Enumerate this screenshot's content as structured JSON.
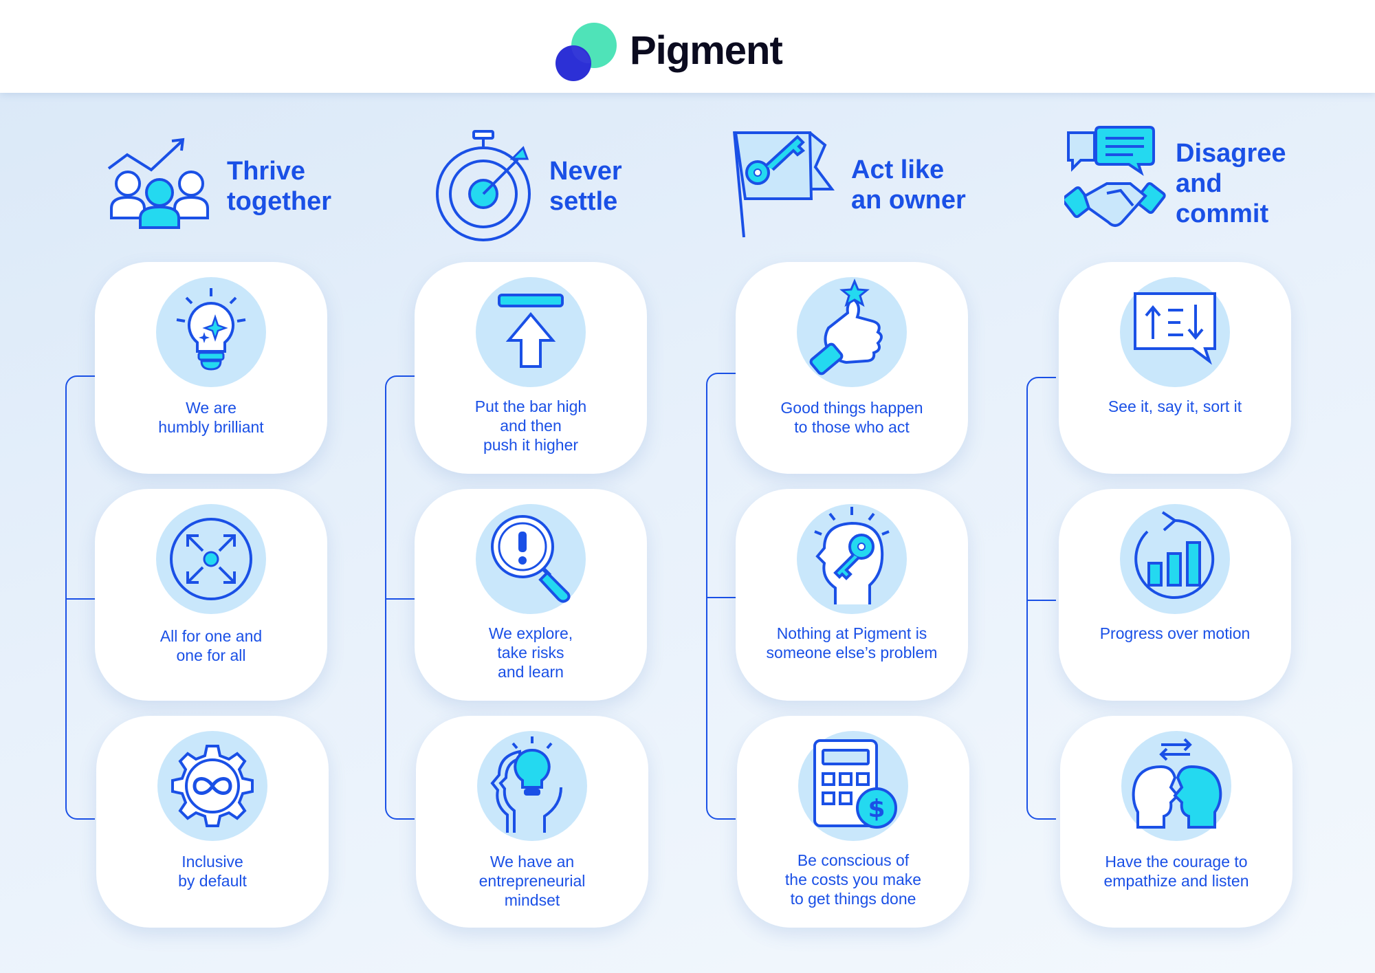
{
  "brand": {
    "name": "Pigment",
    "colors": {
      "primary": "#1a50e6",
      "accent": "#24d9f0",
      "mint": "#4fe3b8",
      "disc": "#c9e7fb"
    }
  },
  "columns": [
    {
      "title": "Thrive\ntogether",
      "icon": "team-growth-icon",
      "cards": [
        {
          "label": "We are\nhumbly brilliant",
          "icon": "lightbulb-sparkle-icon"
        },
        {
          "label": "All for one and\none for all",
          "icon": "expand-arrows-icon"
        },
        {
          "label": "Inclusive\nby default",
          "icon": "gear-infinity-icon"
        }
      ]
    },
    {
      "title": "Never\nsettle",
      "icon": "target-stopwatch-icon",
      "cards": [
        {
          "label": "Put the bar high\nand then\npush it higher",
          "icon": "arrow-up-bar-icon"
        },
        {
          "label": "We explore,\ntake risks\nand learn",
          "icon": "magnifier-alert-icon"
        },
        {
          "label": "We have an\nentrepreneurial\nmindset",
          "icon": "head-lightbulb-icon"
        }
      ]
    },
    {
      "title": "Act like\nan owner",
      "icon": "key-flag-icon",
      "cards": [
        {
          "label": "Good things happen\nto those who act",
          "icon": "thumbs-up-star-icon"
        },
        {
          "label": "Nothing at Pigment is\nsomeone else’s problem",
          "icon": "head-key-icon"
        },
        {
          "label": "Be conscious of\nthe costs you make\nto get things done",
          "icon": "calculator-dollar-icon"
        }
      ]
    },
    {
      "title": "Disagree\nand\ncommit",
      "icon": "chat-handshake-icon",
      "cards": [
        {
          "label": "See it, say it, sort it",
          "icon": "sort-speech-icon"
        },
        {
          "label": "Progress over motion",
          "icon": "chart-cycle-icon"
        },
        {
          "label": "Have the courage to\nempathize and listen",
          "icon": "two-heads-exchange-icon"
        }
      ]
    }
  ]
}
